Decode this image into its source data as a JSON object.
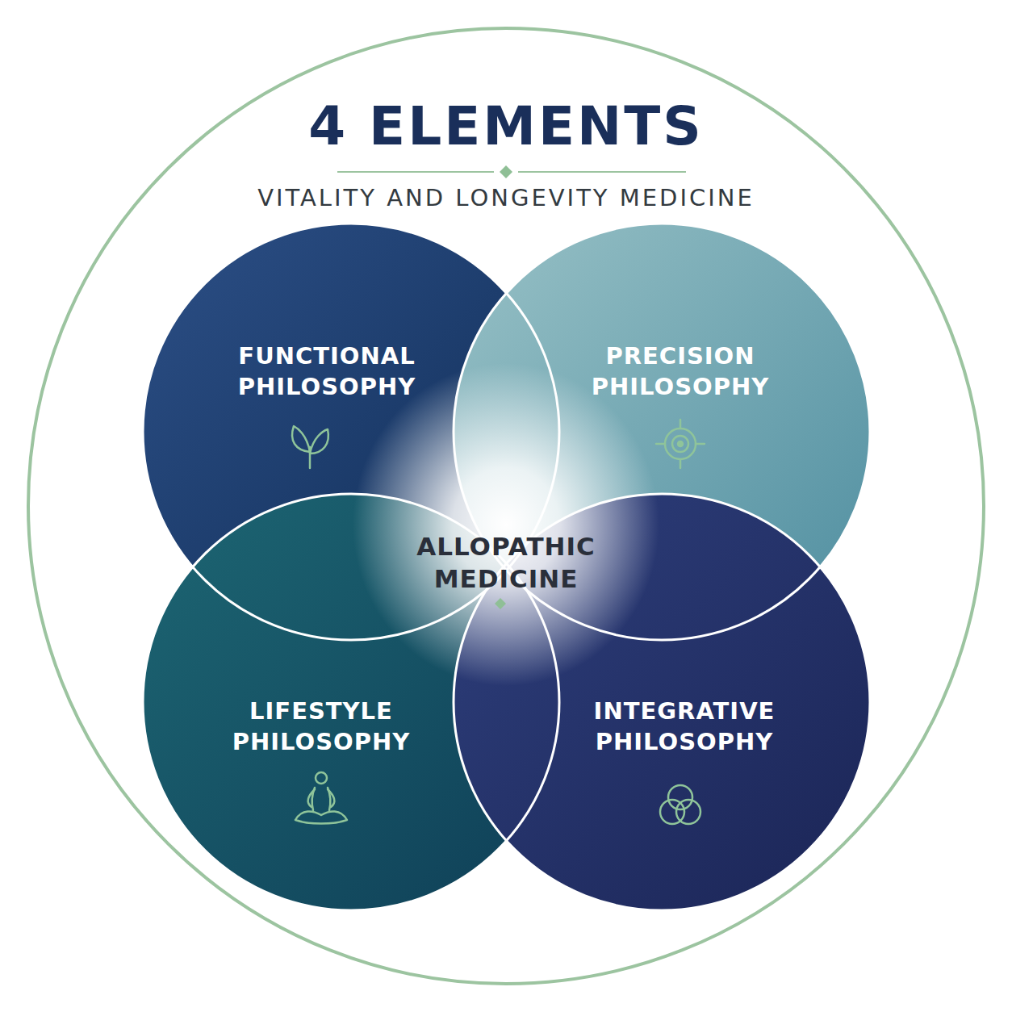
{
  "diagram": {
    "title": "4 ELEMENTS",
    "nodes": [
      {
        "text": [
          "FUNCTIONAL PHILOSOPHY"
        ]
      },
      {
        "text": [
          "PRECISION PHILOSOPHY"
        ]
      },
      {
        "text": [
          "LIFESTYLE PHILOSOPHY"
        ]
      },
      {
        "text": [
          "INTEGRATIVE PHILOSOPHY"
        ]
      }
    ],
    "labels": [
      "VITALITY AND LONGEVITY MEDICINE",
      "ALLOPATHIC MEDICINE"
    ]
  }
}
